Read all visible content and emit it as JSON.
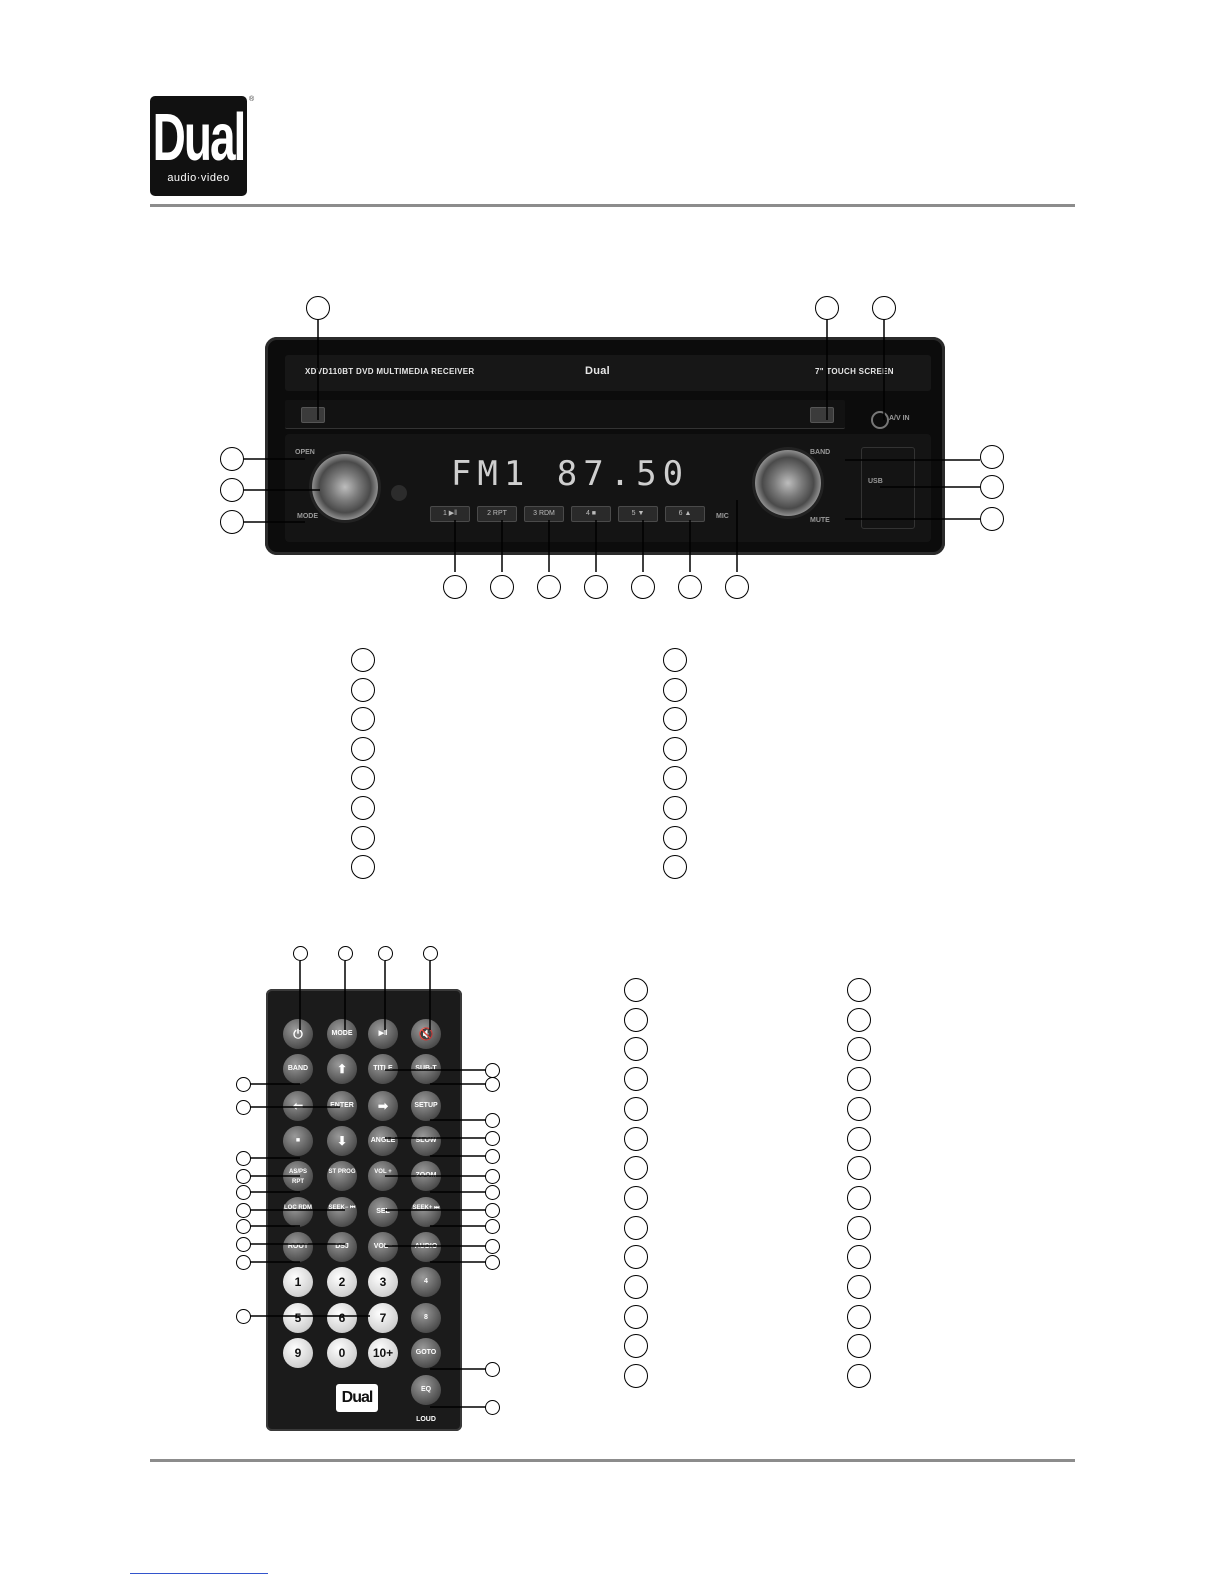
{
  "header": {
    "logo_brand": "Dual",
    "logo_sub": "audio·video",
    "logo_reg": "®"
  },
  "receiver": {
    "model_text": "XDVD110BT DVD MULTIMEDIA RECEIVER",
    "brand_text": "Dual",
    "screen_text": "7\" TOUCH SCREEN",
    "av_in": "A/V IN",
    "display": "FM1 87.50",
    "left_labels": {
      "open": "OPEN",
      "mode": "MODE"
    },
    "right_labels": {
      "band": "BAND",
      "usb": "USB",
      "mute": "MUTE"
    },
    "mic": "MIC",
    "presets": [
      "1 ▶ǁ",
      "2 RPT",
      "3 RDM",
      "4 ■",
      "5 ▼",
      "6 ▲"
    ]
  },
  "remote": {
    "brand_text": "Dual",
    "rows": [
      [
        "",
        "MODE",
        "▶ǁ",
        ""
      ],
      [
        "BAND",
        "",
        "TITLE",
        "SUB-T"
      ],
      [
        "",
        "ENTER",
        "",
        "SETUP"
      ],
      [
        "■",
        "",
        "ANGLE",
        "SLOW"
      ],
      [
        "AS/PS RPT",
        "ST PROG",
        "VOL +",
        "ZOOM"
      ],
      [
        "LOC RDM",
        "SEEK− ⏮",
        "SEL",
        "SEEK+ ⏭"
      ],
      [
        "ROOT",
        "DSJ",
        "VOL−",
        "AUDIO"
      ],
      [
        "1",
        "2",
        "3",
        "4"
      ],
      [
        "5",
        "6",
        "7",
        "8"
      ],
      [
        "9",
        "0",
        "10+",
        "GOTO"
      ],
      [
        "",
        "",
        "",
        "EQ LOUD"
      ]
    ],
    "icons": {
      "power": "power-icon",
      "mute": "speaker-mute-icon",
      "up": "arrow-up-icon",
      "down": "arrow-down-icon",
      "left": "arrow-left-icon",
      "right": "arrow-right-icon"
    }
  }
}
